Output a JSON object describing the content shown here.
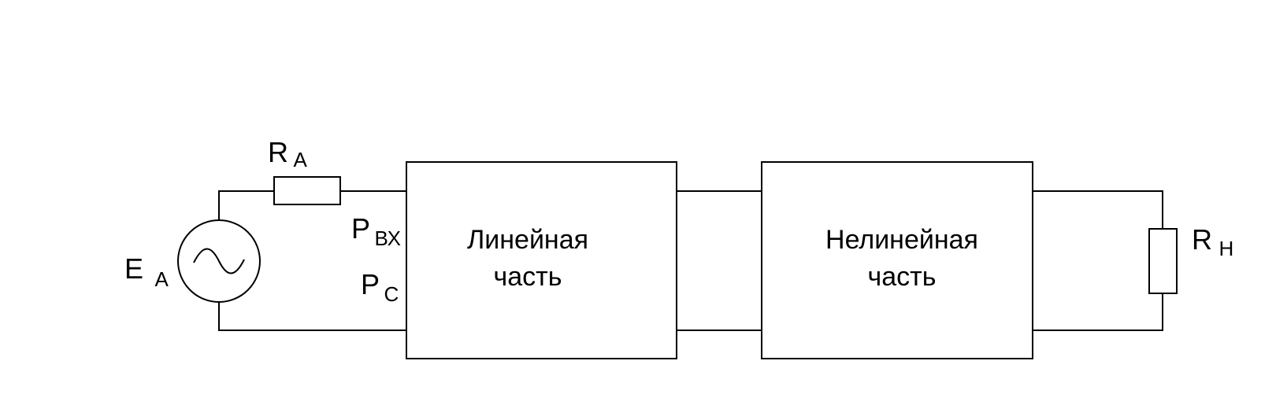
{
  "colors": {
    "line": "#000000",
    "background": "#ffffff"
  },
  "source": {
    "symbol": "E",
    "subscript": "A",
    "icon": "ac-voltage-source-icon"
  },
  "source_resistor": {
    "symbol": "R",
    "subscript": "A",
    "icon": "resistor-icon"
  },
  "input_power": {
    "symbol": "P",
    "subscript": "ВХ"
  },
  "signal_power": {
    "symbol": "P",
    "subscript": "С"
  },
  "linear_block": {
    "line1": "Линейная",
    "line2": "часть"
  },
  "nonlinear_block": {
    "line1": "Нелинейная",
    "line2": "часть"
  },
  "load_resistor": {
    "symbol": "R",
    "subscript": "Н",
    "icon": "resistor-icon"
  }
}
